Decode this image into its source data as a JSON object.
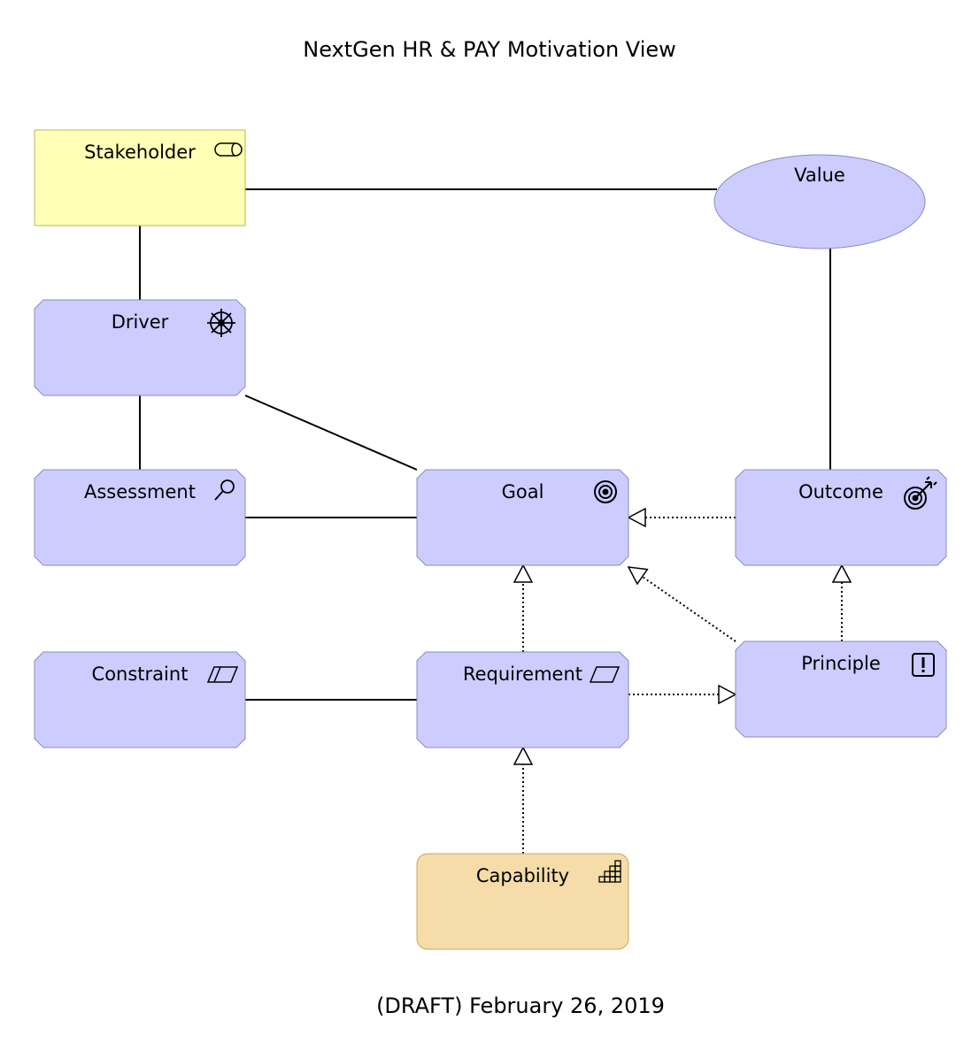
{
  "title": "NextGen HR & PAY Motivation View",
  "footer": "(DRAFT) February 26, 2019",
  "colors": {
    "motivation_fill": "#ccccff",
    "stakeholder_fill": "#ffffb5",
    "stakeholder_border": "#b7b760",
    "capability_fill": "#f5dca8",
    "capability_border": "#c7a860",
    "element_border": "#8b8bbf"
  },
  "elements": {
    "stakeholder": {
      "label": "Stakeholder",
      "icon": "stakeholder-icon"
    },
    "value": {
      "label": "Value"
    },
    "driver": {
      "label": "Driver",
      "icon": "driver-wheel-icon"
    },
    "assessment": {
      "label": "Assessment",
      "icon": "magnifier-icon"
    },
    "goal": {
      "label": "Goal",
      "icon": "goal-target-icon"
    },
    "outcome": {
      "label": "Outcome",
      "icon": "outcome-target-arrow-icon"
    },
    "constraint": {
      "label": "Constraint",
      "icon": "parallelogram-icon"
    },
    "requirement": {
      "label": "Requirement",
      "icon": "parallelogram-icon"
    },
    "principle": {
      "label": "Principle",
      "icon": "exclamation-icon"
    },
    "capability": {
      "label": "Capability",
      "icon": "capability-steps-icon"
    }
  },
  "relations": [
    {
      "from": "stakeholder",
      "to": "value",
      "type": "association"
    },
    {
      "from": "stakeholder",
      "to": "driver",
      "type": "association"
    },
    {
      "from": "value",
      "to": "outcome",
      "type": "association"
    },
    {
      "from": "driver",
      "to": "goal",
      "type": "association"
    },
    {
      "from": "driver",
      "to": "assessment",
      "type": "association"
    },
    {
      "from": "assessment",
      "to": "goal",
      "type": "association"
    },
    {
      "from": "outcome",
      "to": "goal",
      "type": "realization"
    },
    {
      "from": "requirement",
      "to": "goal",
      "type": "realization"
    },
    {
      "from": "principle",
      "to": "goal",
      "type": "realization"
    },
    {
      "from": "principle",
      "to": "outcome",
      "type": "realization"
    },
    {
      "from": "requirement",
      "to": "principle",
      "type": "realization"
    },
    {
      "from": "constraint",
      "to": "requirement",
      "type": "association"
    },
    {
      "from": "capability",
      "to": "requirement",
      "type": "realization"
    }
  ]
}
